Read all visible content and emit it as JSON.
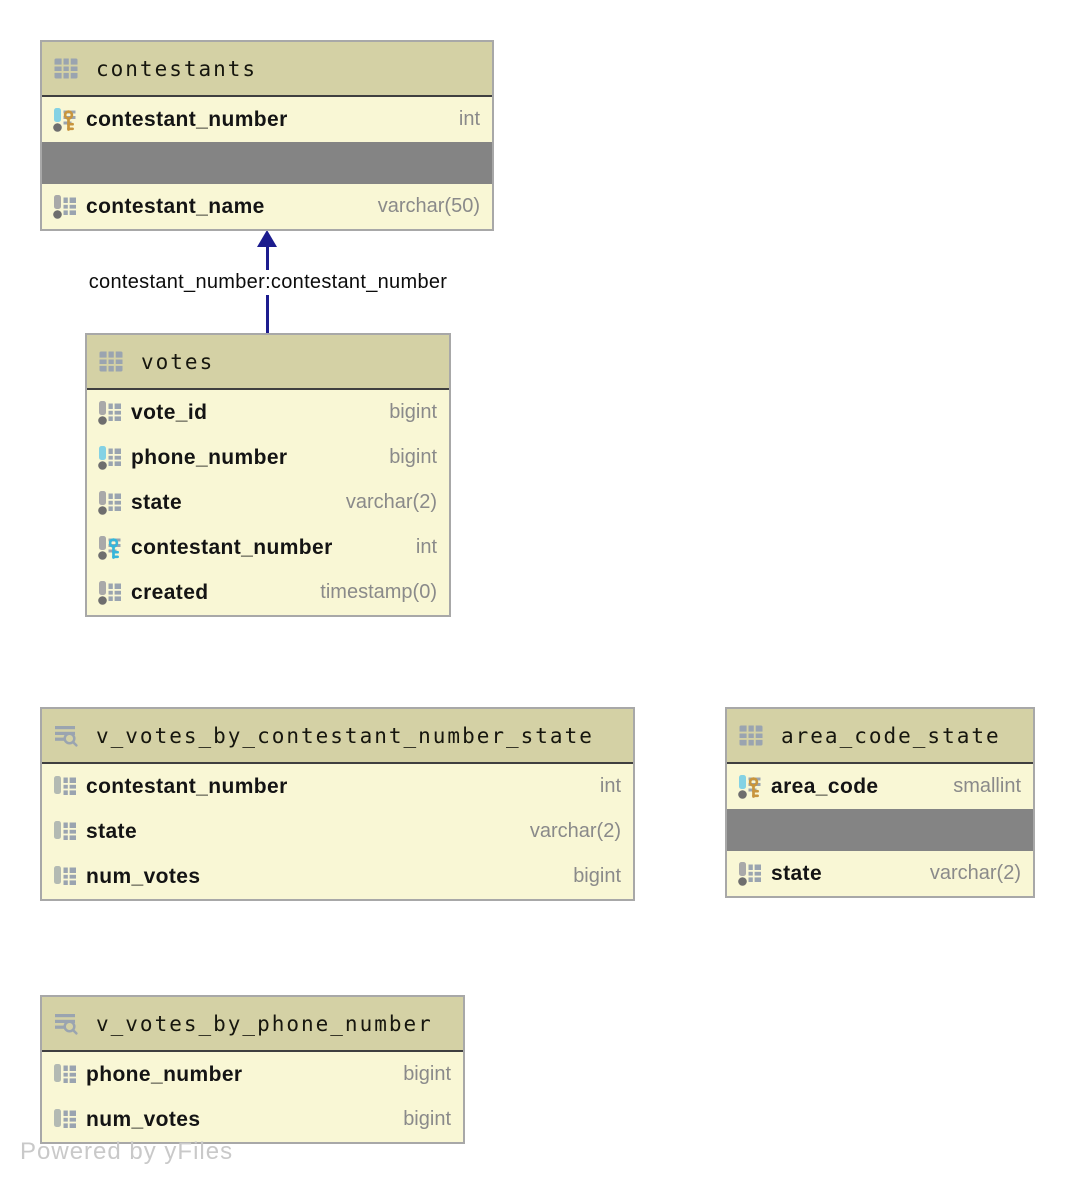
{
  "diagram": {
    "watermark": "Powered by yFiles",
    "edge": {
      "label": "contestant_number:contestant_number",
      "color": "#1c1c8e",
      "from": "votes",
      "to": "contestants"
    },
    "colors": {
      "header_bg": "#d4d1a5",
      "body_bg": "#f9f7d5",
      "separator_band": "#848484",
      "node_border": "#a8a8a8",
      "icon_slate": "#9aa4b0",
      "bar_gray": "#a9a9a9",
      "bar_cyan": "#84d2e4",
      "bar_view": "#b3bab3",
      "dot_gray": "#6e6e6e",
      "pk_key_gold": "#c8953d",
      "fk_key_cyan": "#36b6da",
      "type_text": "#8a8a8a",
      "edge_navy": "#1c1c8e"
    },
    "tables": [
      {
        "id": "contestants",
        "kind": "table",
        "title": "contestants",
        "rows": [
          {
            "kind": "column",
            "icon": "column-pk",
            "name": "contestant_number",
            "type": "int"
          },
          {
            "kind": "band"
          },
          {
            "kind": "column",
            "icon": "column",
            "name": "contestant_name",
            "type": "varchar(50)"
          }
        ]
      },
      {
        "id": "votes",
        "kind": "table",
        "title": "votes",
        "rows": [
          {
            "kind": "column",
            "icon": "column",
            "name": "vote_id",
            "type": "bigint"
          },
          {
            "kind": "column",
            "icon": "column-indexed",
            "name": "phone_number",
            "type": "bigint"
          },
          {
            "kind": "column",
            "icon": "column",
            "name": "state",
            "type": "varchar(2)"
          },
          {
            "kind": "column",
            "icon": "column-fk",
            "name": "contestant_number",
            "type": "int"
          },
          {
            "kind": "column",
            "icon": "column",
            "name": "created",
            "type": "timestamp(0)"
          }
        ]
      },
      {
        "id": "v_votes_by_contestant_number_state",
        "kind": "view",
        "title": "v_votes_by_contestant_number_state",
        "rows": [
          {
            "kind": "column",
            "icon": "view-column",
            "name": "contestant_number",
            "type": "int"
          },
          {
            "kind": "column",
            "icon": "view-column",
            "name": "state",
            "type": "varchar(2)"
          },
          {
            "kind": "column",
            "icon": "view-column",
            "name": "num_votes",
            "type": "bigint"
          }
        ]
      },
      {
        "id": "area_code_state",
        "kind": "table",
        "title": "area_code_state",
        "rows": [
          {
            "kind": "column",
            "icon": "column-pk",
            "name": "area_code",
            "type": "smallint"
          },
          {
            "kind": "band"
          },
          {
            "kind": "column",
            "icon": "column",
            "name": "state",
            "type": "varchar(2)"
          }
        ]
      },
      {
        "id": "v_votes_by_phone_number",
        "kind": "view",
        "title": "v_votes_by_phone_number",
        "rows": [
          {
            "kind": "column",
            "icon": "view-column",
            "name": "phone_number",
            "type": "bigint"
          },
          {
            "kind": "column",
            "icon": "view-column",
            "name": "num_votes",
            "type": "bigint"
          }
        ]
      }
    ]
  }
}
